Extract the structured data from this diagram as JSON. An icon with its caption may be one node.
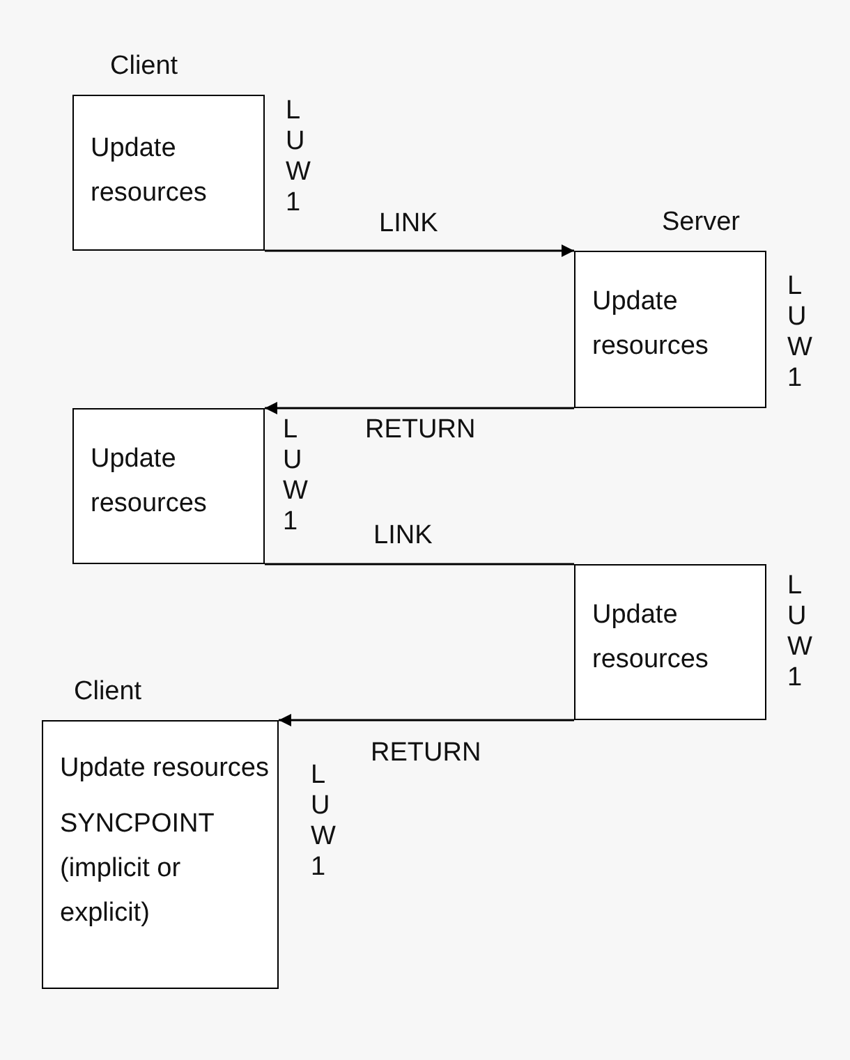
{
  "diagram": {
    "nodes": [
      {
        "text": [
          "Client",
          "Update resources"
        ],
        "beside": [
          "L U W 1"
        ]
      },
      {
        "text": [
          "Server",
          "Update resources"
        ],
        "beside": [
          "L U W 1"
        ]
      },
      {
        "text": [
          "Update resources"
        ],
        "beside": [
          "L U W 1"
        ]
      },
      {
        "text": [
          "Update resources"
        ],
        "beside": [
          "L U W 1"
        ]
      },
      {
        "text": [
          "Client",
          "Update resources",
          "SYNCPOINT (implicit or explicit)"
        ],
        "beside": [
          "L U W 1"
        ]
      }
    ],
    "edges": [
      {
        "from": 0,
        "to": 1,
        "arrow": "to",
        "label": "LINK"
      },
      {
        "from": 1,
        "to": 2,
        "arrow": "to",
        "label": "RETURN"
      },
      {
        "from": 2,
        "to": 3,
        "arrow": "none",
        "label": "LINK"
      },
      {
        "from": 3,
        "to": 4,
        "arrow": "to",
        "label": "RETURN"
      }
    ]
  }
}
